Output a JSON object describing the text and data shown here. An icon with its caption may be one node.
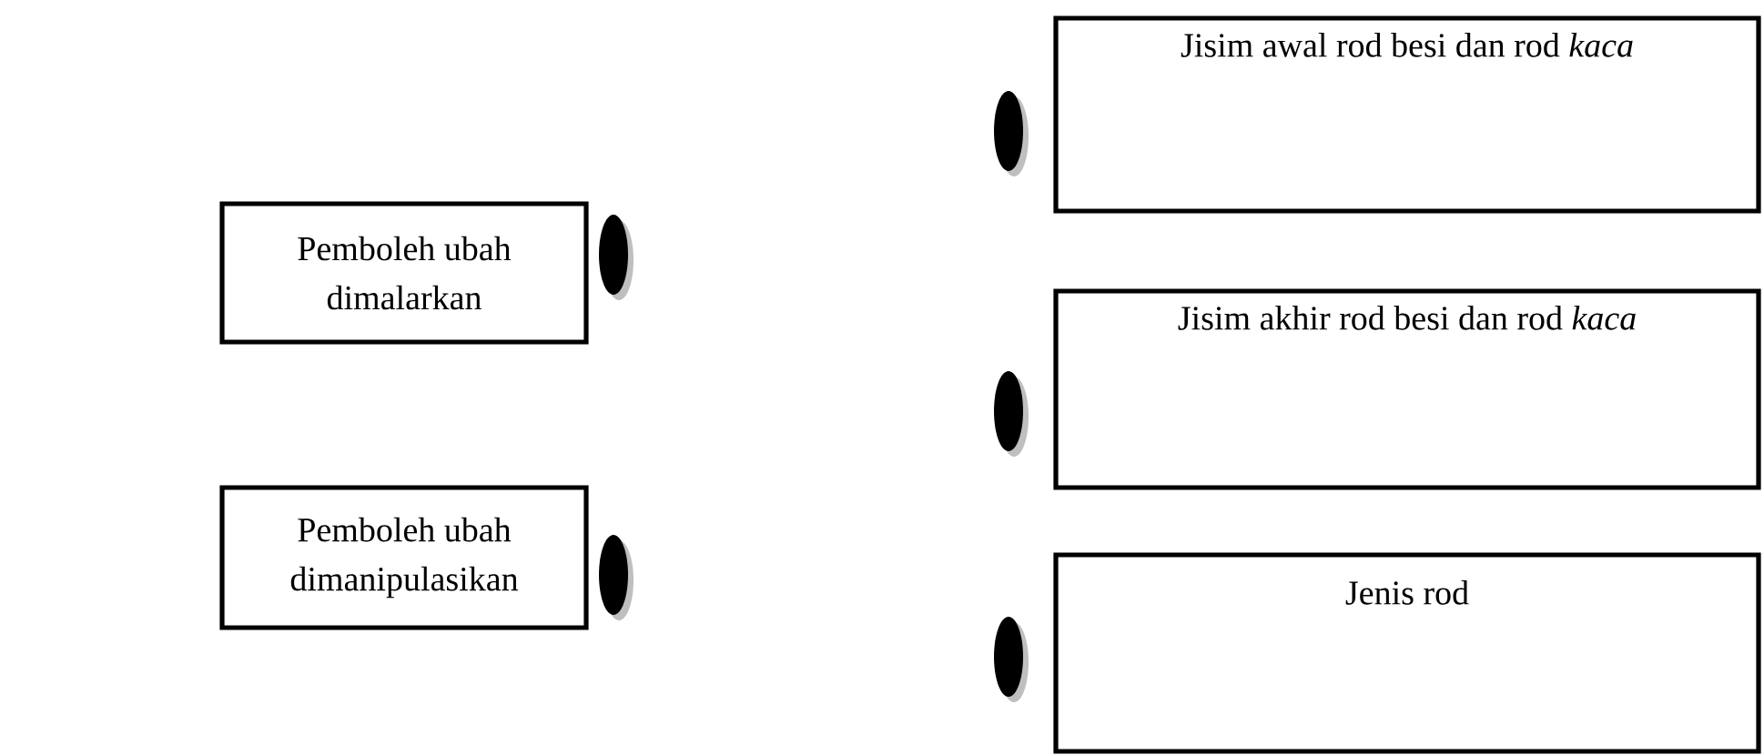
{
  "diagram": {
    "nodes": [
      {
        "text": [
          "Pemboleh ubah dimalarkan"
        ]
      },
      {
        "text": [
          "Pemboleh ubah dimanipulasikan"
        ]
      },
      {
        "text": [
          "Jisim awal rod besi dan rod *kaca*"
        ]
      },
      {
        "text": [
          "Jisim akhir rod besi dan rod *kaca*"
        ]
      },
      {
        "text": [
          "Jenis rod"
        ]
      }
    ]
  }
}
